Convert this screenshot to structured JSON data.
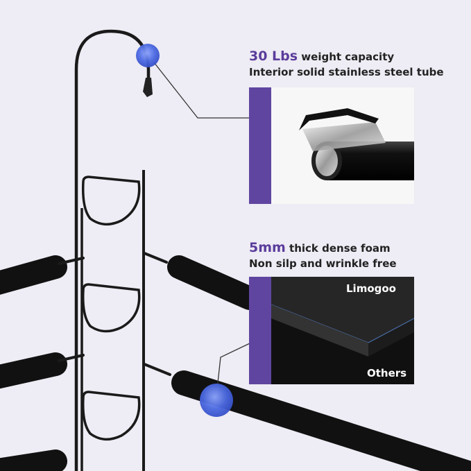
{
  "features": [
    {
      "highlight": "30 Lbs",
      "text": " weight capacity",
      "subtext": "Interior solid stainless steel tube"
    },
    {
      "highlight": "5mm",
      "text": " thick dense foam",
      "subtext": "Non silp and wrinkle free"
    }
  ],
  "foam_labels": {
    "top": "Limogoo",
    "bottom": "Others"
  },
  "colors": {
    "accent": "#5b3d9c",
    "bar": "#5f45a0",
    "background": "#eeecf4",
    "marker": "#4f6fe0"
  }
}
